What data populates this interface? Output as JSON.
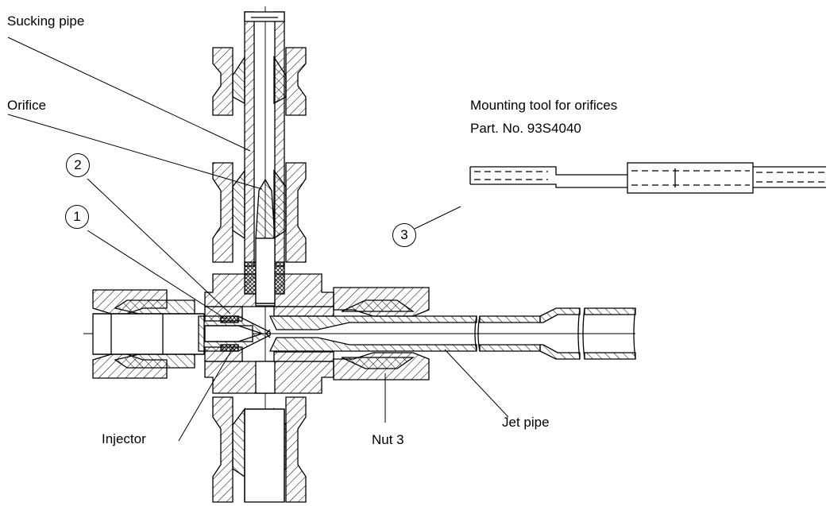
{
  "labels": {
    "sucking_pipe": "Sucking pipe",
    "orifice": "Orifice",
    "injector": "Injector",
    "nut3": "Nut 3",
    "jet_pipe": "Jet pipe",
    "tool_title": "Mounting tool for orifices",
    "tool_part": "Part. No. 93S4040"
  },
  "callouts": {
    "one": "1",
    "two": "2",
    "three": "3"
  }
}
